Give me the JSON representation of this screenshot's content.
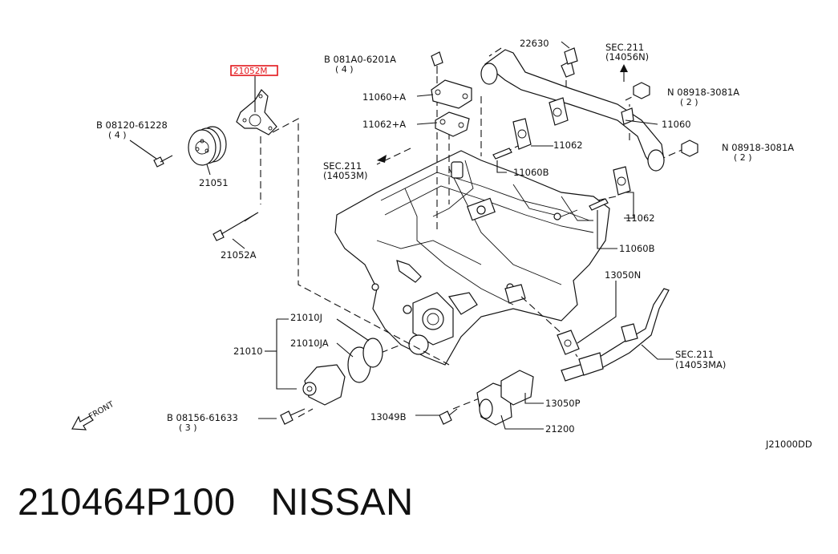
{
  "labels": {
    "hl_21052M": "21052M",
    "b_08120": "B 08120-61228",
    "b_08120_qty": "( 4 )",
    "p_21051": "21051",
    "p_21052A": "21052A",
    "b_081A0": "B 081A0-6201A",
    "b_081A0_qty": "( 4 )",
    "p_11060A": "11060+A",
    "p_11062A": "11062+A",
    "p_22630": "22630",
    "sec211_14056N": "SEC.211",
    "sec211_14056N_b": "(14056N)",
    "n_08918_1": "N 08918-3081A",
    "n_08918_1_qty": "( 2 )",
    "p_11060": "11060",
    "n_08918_2": "N 08918-3081A",
    "n_08918_2_qty": "( 2 )",
    "p_11062_1": "11062",
    "sec211_14053M": "SEC.211",
    "sec211_14053M_b": "(14053M)",
    "p_11060B_1": "11060B",
    "p_11062_2": "11062",
    "p_11060B_2": "11060B",
    "p_13050N": "13050N",
    "p_21010J": "21010J",
    "p_21010": "21010",
    "p_21010JA": "21010JA",
    "sec211_14053MA": "SEC.211",
    "sec211_14053MA_b": "(14053MA)",
    "front": "FRONT",
    "b_08156": "B 08156-61633",
    "b_08156_qty": "( 3 )",
    "p_13049B": "13049B",
    "p_13050P": "13050P",
    "p_21200": "21200",
    "diagram_code": "J21000DD"
  },
  "caption": {
    "part_number": "210464P100",
    "brand": "NISSAN"
  },
  "colors": {
    "highlight": "#e3161b",
    "ink": "#111111"
  }
}
